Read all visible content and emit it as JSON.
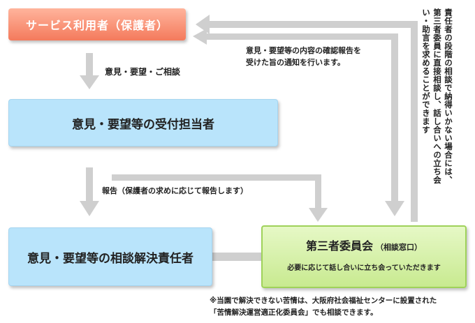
{
  "boxes": {
    "user": "サービス利用者（保護者）",
    "reception": "意見・要望等の受付担当者",
    "resolver": "意見・要望等の相談解決責任者",
    "committee_title": "第三者委員会",
    "committee_sub_title": "（相談窓口）",
    "committee_note": "必要に応じて話し合いに立ち会っていただきます"
  },
  "labels": {
    "opinion": "意見・要望・ご相談",
    "report": "報告（保護者の求めに応じて報告します）",
    "notice_line1": "意見・要望等の内容の確認報告を",
    "notice_line2": "受けた旨の通知を行います。",
    "vertical_line1": "責任者の段階の相談で納得いかない場合には、",
    "vertical_line2": "第三者委員に直接相談し、話し合いへの立ち会",
    "vertical_line3": "い・助言を求めることができます"
  },
  "footnote": {
    "line1": "※当園で解決できない苦情は、大阪府社会福祉センターに設置された",
    "line2": "「苦情解決運営適正化委員会」でも相談できます。"
  }
}
